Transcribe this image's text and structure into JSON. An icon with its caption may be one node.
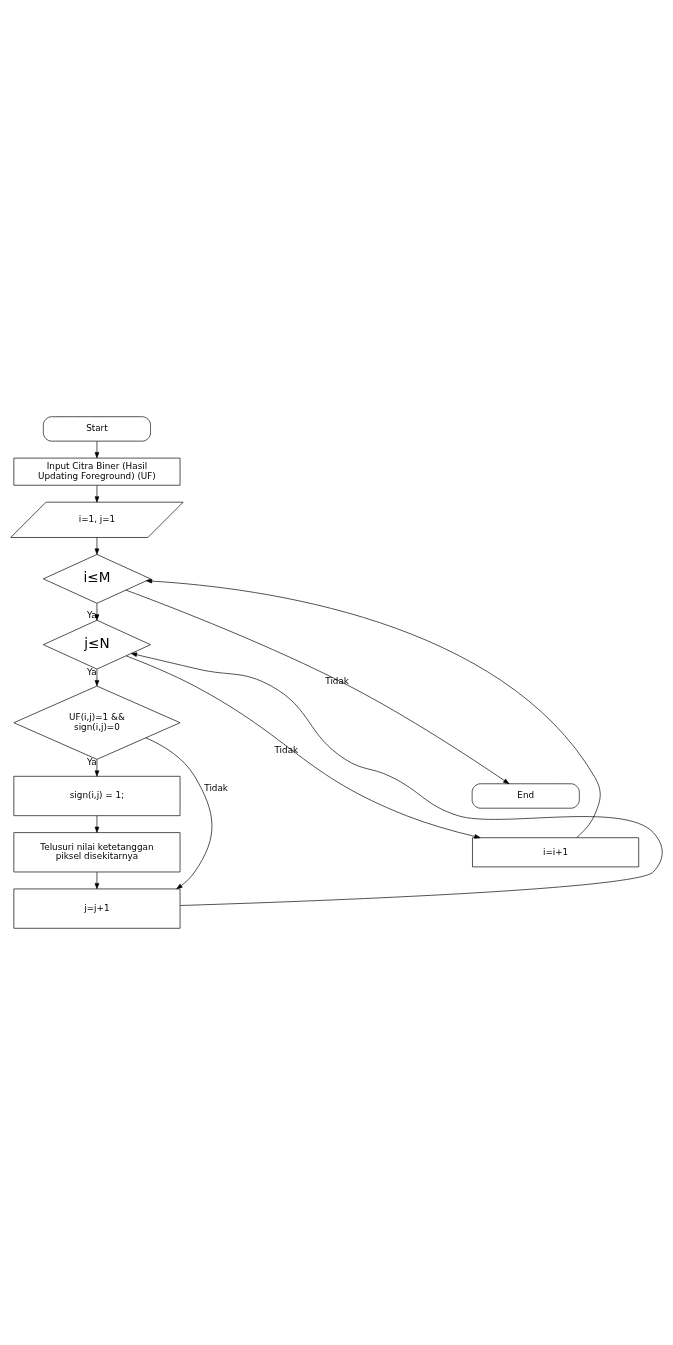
{
  "diagram": {
    "nodes": [
      {
        "text": [
          "Start"
        ]
      },
      {
        "text": [
          "Input Citra Biner (Hasil Updating Foreground) (UF)"
        ]
      },
      {
        "text": [
          "i=1, j=1"
        ]
      },
      {
        "text": [
          "i≤M"
        ]
      },
      {
        "text": [
          "j≤N"
        ]
      },
      {
        "text": [
          "UF(i,j)=1 && sign(i,j)=0"
        ]
      },
      {
        "text": [
          "sign(i,j) = 1;"
        ]
      },
      {
        "text": [
          "Telusuri nilai ketetanggan piksel disekitarnya"
        ]
      },
      {
        "text": [
          "j=j+1"
        ]
      },
      {
        "text": [
          "i=i+1"
        ]
      },
      {
        "text": [
          "End"
        ]
      }
    ],
    "edges": [
      {
        "from": 0,
        "to": 1,
        "arrow": "to"
      },
      {
        "from": 1,
        "to": 2,
        "arrow": "to"
      },
      {
        "from": 2,
        "to": 3,
        "arrow": "to"
      },
      {
        "from": 3,
        "to": 4,
        "arrow": "to",
        "label": "Ya"
      },
      {
        "from": 4,
        "to": 5,
        "arrow": "to",
        "label": "Ya"
      },
      {
        "from": 5,
        "to": 6,
        "arrow": "to",
        "label": "Ya"
      },
      {
        "from": 6,
        "to": 7,
        "arrow": "to"
      },
      {
        "from": 7,
        "to": 8,
        "arrow": "to"
      },
      {
        "from": 8,
        "to": 4,
        "arrow": "to"
      },
      {
        "from": 5,
        "to": 8,
        "arrow": "to",
        "label": "Tidak"
      },
      {
        "from": 4,
        "to": 9,
        "arrow": "to",
        "label": "Tidak"
      },
      {
        "from": 9,
        "to": 3,
        "arrow": "to"
      },
      {
        "from": 3,
        "to": 10,
        "arrow": "to",
        "label": "Tidak"
      }
    ]
  }
}
